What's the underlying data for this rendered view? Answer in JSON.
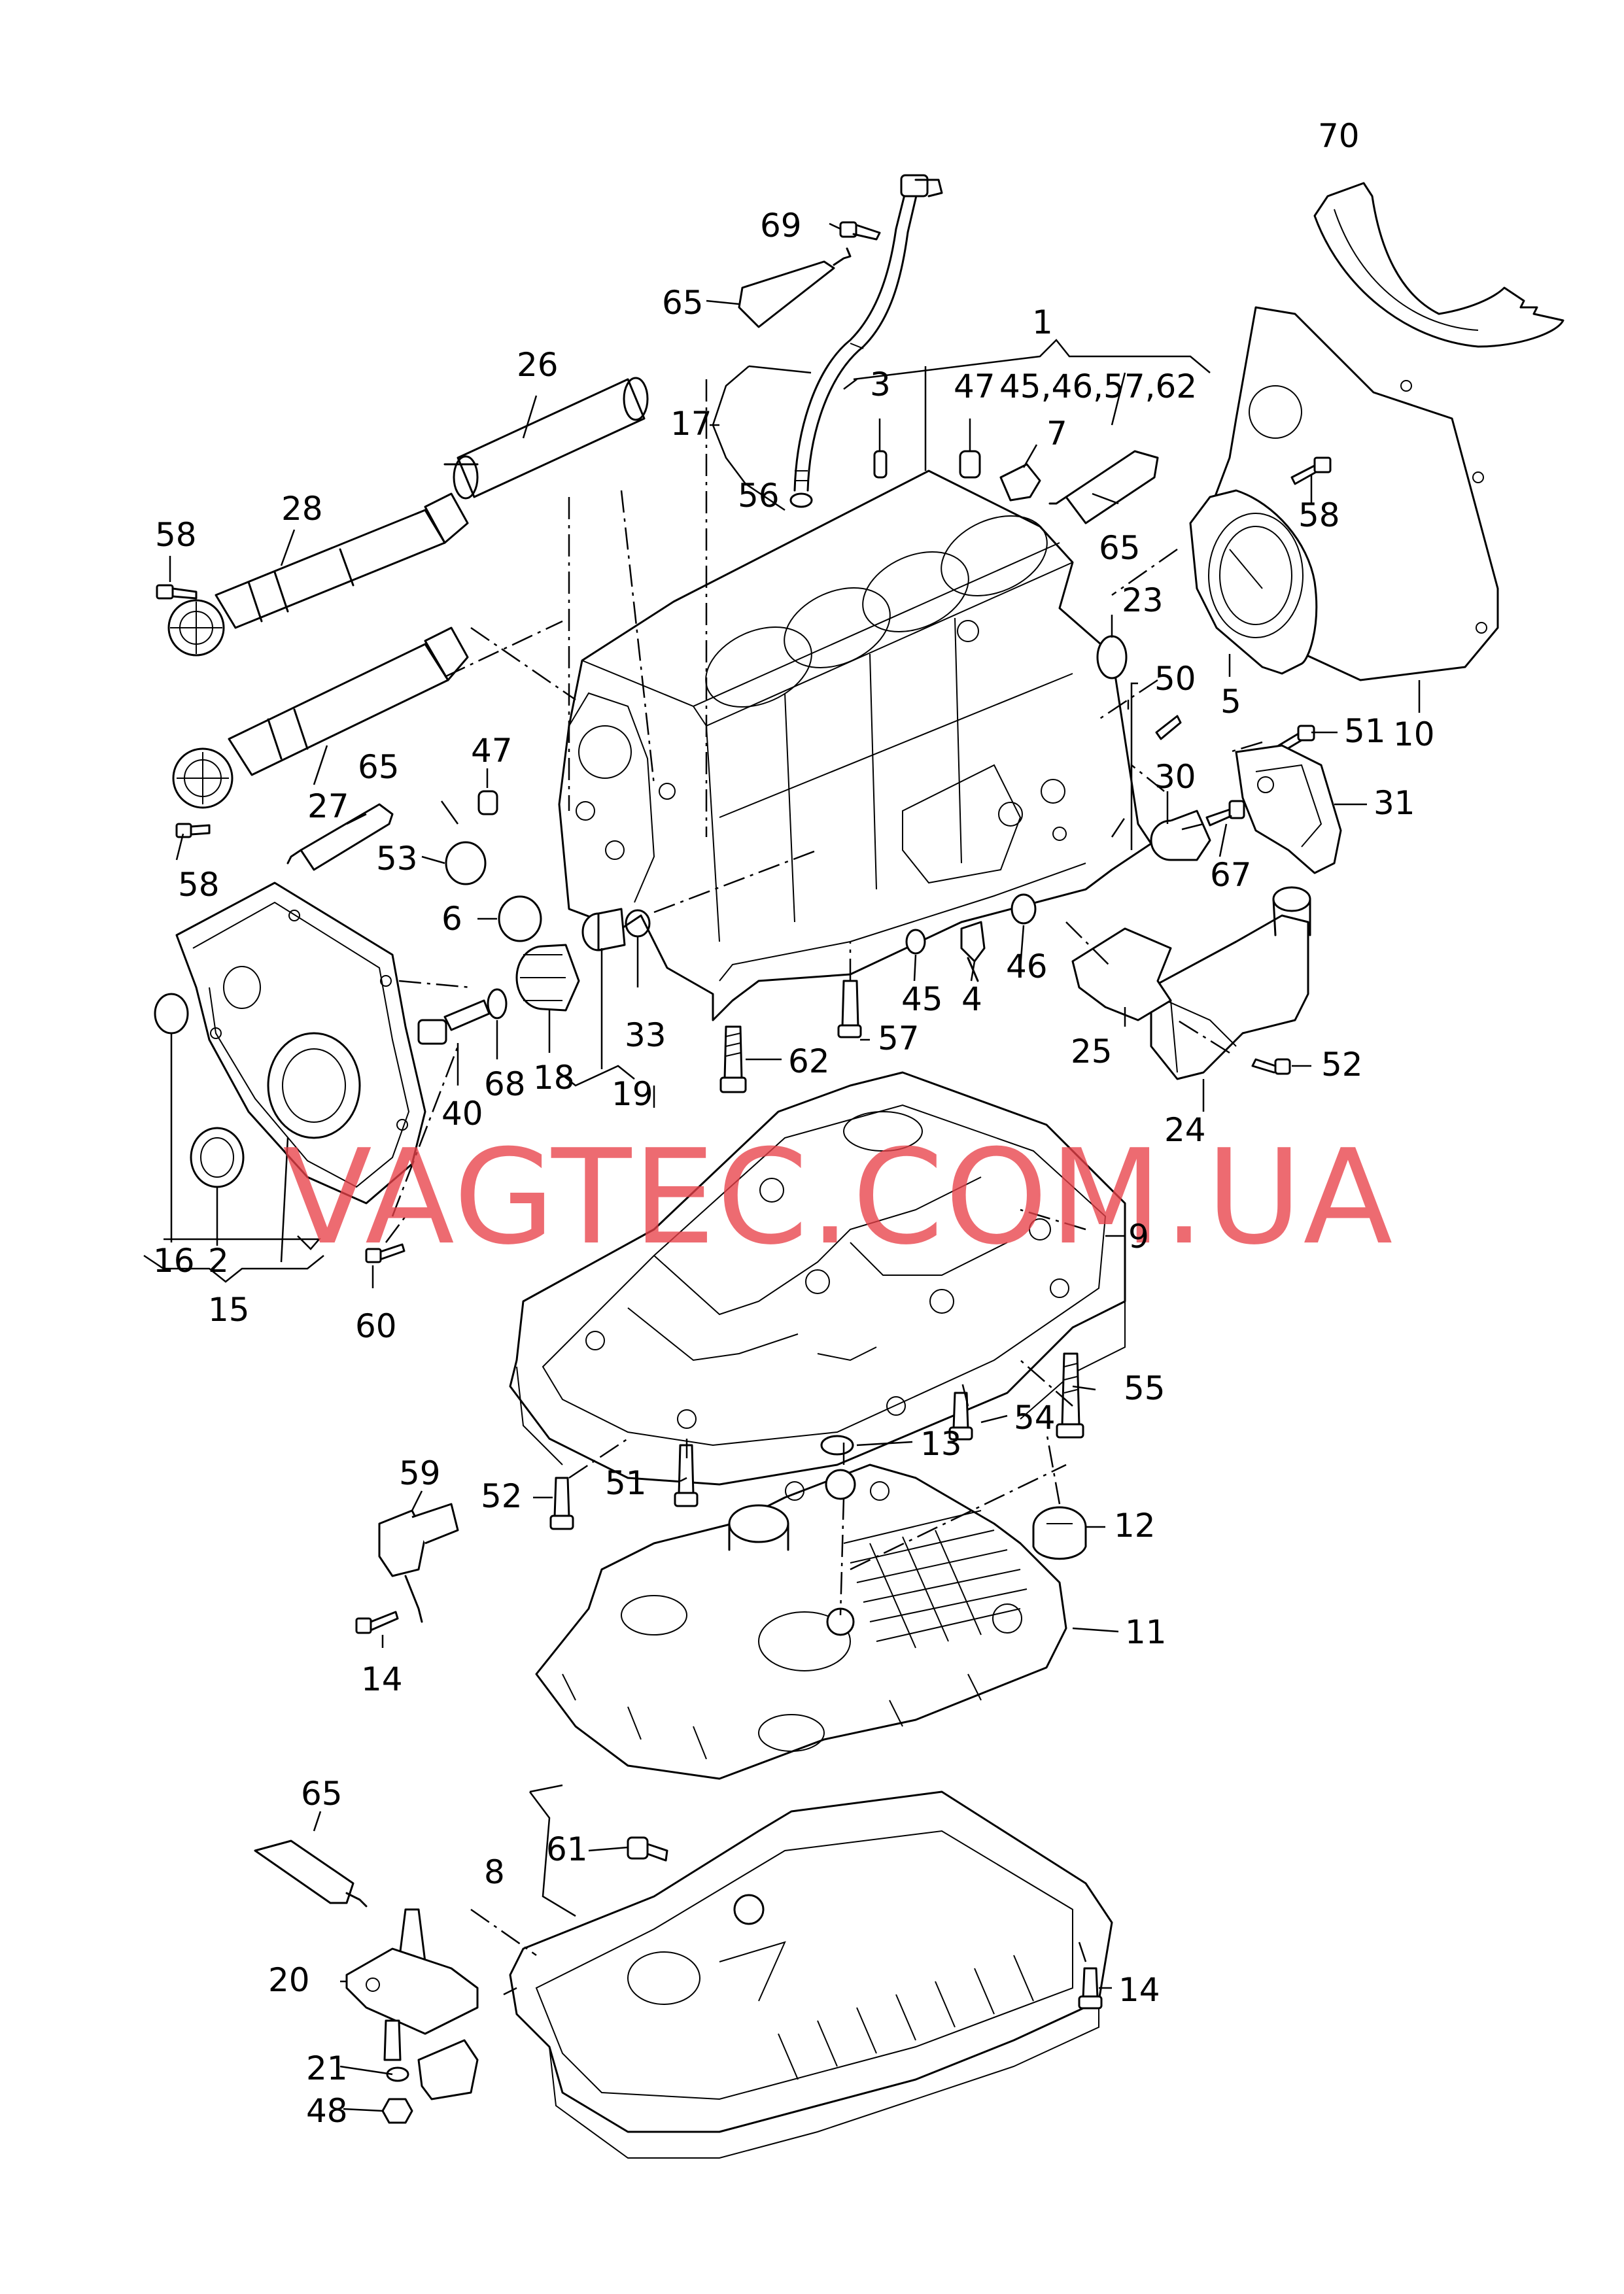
{
  "watermark": "VAGTEC.COM.UA",
  "colors": {
    "line": "#000000",
    "background": "#ffffff",
    "watermark": "#e8424a"
  },
  "labels": {
    "l1": "1",
    "l1b": "45,46,57,62",
    "l2": "2",
    "l3": "3",
    "l4": "4",
    "l5": "5",
    "l6": "6",
    "l7": "7",
    "l8": "8",
    "l9": "9",
    "l10": "10",
    "l11": "11",
    "l12": "12",
    "l13": "13",
    "l14a": "14",
    "l14b": "14",
    "l15": "15",
    "l16": "16",
    "l17": "17",
    "l18": "18",
    "l19": "19",
    "l20": "20",
    "l21": "21",
    "l23": "23",
    "l24": "24",
    "l25": "25",
    "l26": "26",
    "l27": "27",
    "l28": "28",
    "l30": "30",
    "l31": "31",
    "l33": "33",
    "l40": "40",
    "l45": "45",
    "l46": "46",
    "l47a": "47",
    "l47b": "47",
    "l48": "48",
    "l50": "50",
    "l51a": "51",
    "l51b": "51",
    "l52a": "52",
    "l52b": "52",
    "l53": "53",
    "l54": "54",
    "l55": "55",
    "l56": "56",
    "l57": "57",
    "l58a": "58",
    "l58b": "58",
    "l58c": "58",
    "l59": "59",
    "l60": "60",
    "l61": "61",
    "l62": "62",
    "l65a": "65",
    "l65b": "65",
    "l65c": "65",
    "l65d": "65",
    "l67": "67",
    "l68": "68",
    "l69": "69",
    "l70": "70"
  }
}
